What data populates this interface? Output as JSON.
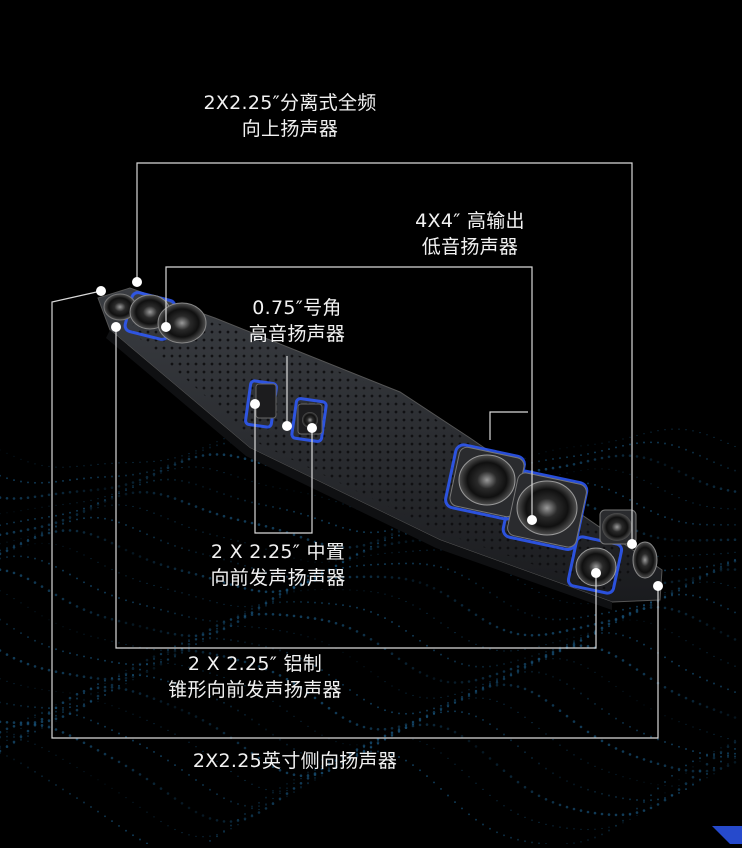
{
  "callouts": {
    "upfiring": {
      "line1": "2X2.25″分离式全频",
      "line2": "向上扬声器"
    },
    "woofer": {
      "line1": "4X4″ 高输出",
      "line2": "低音扬声器"
    },
    "tweeter": {
      "line1": "0.75″号角",
      "line2": "高音扬声器"
    },
    "center": {
      "line1": "2 X 2.25″ 中置",
      "line2": "向前发声扬声器"
    },
    "aluminum": {
      "line1": "2 X 2.25″ 铝制",
      "line2": "锥形向前发声扬声器"
    },
    "side": {
      "line1": "2X2.25英寸侧向扬声器"
    }
  },
  "colors": {
    "background": "#000000",
    "line": "#d9d9d9",
    "accent_blue": "#2f5cff",
    "wave": "#1f6a9c"
  }
}
